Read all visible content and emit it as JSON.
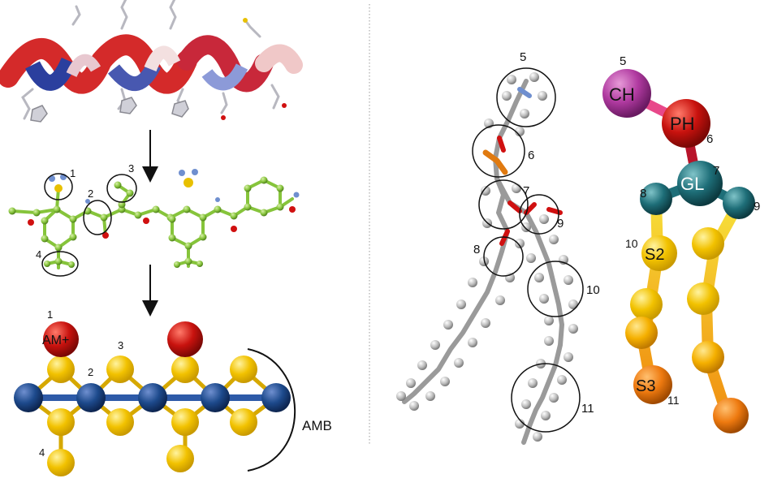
{
  "left_panel": {
    "mapping_labels": [
      "1",
      "2",
      "3",
      "4"
    ],
    "cg_bead_labels": [
      "1",
      "2",
      "3",
      "4"
    ],
    "cg_name_head": "AM+",
    "cg_group_label": "AMB"
  },
  "right_panel": {
    "atomistic_labels": [
      "5",
      "6",
      "7",
      "8",
      "9",
      "10",
      "11"
    ],
    "cg_labels": [
      "5",
      "6",
      "7",
      "8",
      "9",
      "10",
      "11"
    ],
    "bead_names": {
      "choline": "CH",
      "phosphate": "PH",
      "glycerol": "GL",
      "tail_a": "S2",
      "tail_b": "S3"
    }
  },
  "colors": {
    "helix_red": "#d42a2a",
    "helix_blue": "#2b3f9e",
    "carbon_green": "#86c43b",
    "cg_yellow": "#f2c200",
    "cg_blue": "#1d4a8c",
    "cg_red": "#c8120e",
    "lipid_grey": "#9a9a9a",
    "oxygen_red": "#d01010",
    "phosphorus_orange": "#e07a10",
    "choline_magenta": "#b03aa0",
    "glycerol_teal": "#1e6e78"
  }
}
